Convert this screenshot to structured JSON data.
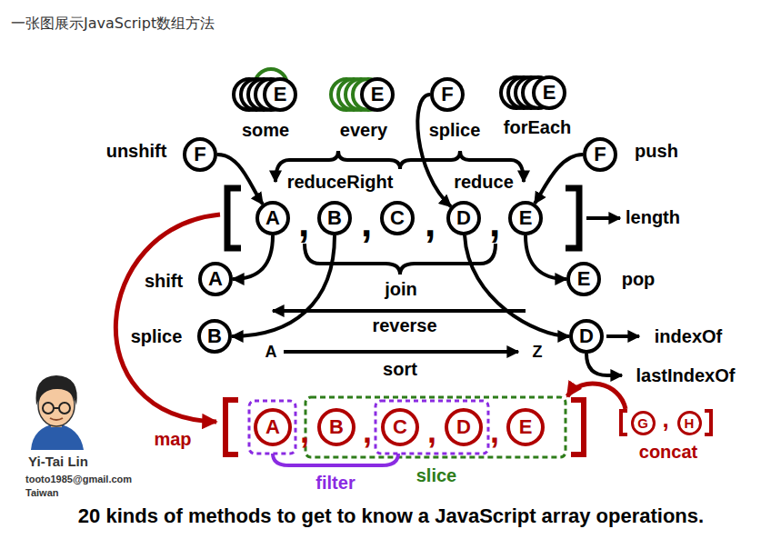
{
  "diagram": {
    "title": "一张图展示JavaScript数组方法",
    "caption": "20 kinds of methods to get to know a JavaScript array operations.",
    "nodes": [
      {
        "text": [
          "E"
        ]
      },
      {
        "text": [
          "E"
        ]
      },
      {
        "text": [
          "F"
        ]
      },
      {
        "text": [
          "E"
        ]
      },
      {
        "text": [
          "F"
        ]
      },
      {
        "text": [
          "F"
        ]
      },
      {
        "text": [
          "A"
        ]
      },
      {
        "text": [
          "B"
        ]
      },
      {
        "text": [
          "C"
        ]
      },
      {
        "text": [
          "D"
        ]
      },
      {
        "text": [
          "E"
        ]
      },
      {
        "text": [
          "A"
        ]
      },
      {
        "text": [
          "E"
        ]
      },
      {
        "text": [
          "B"
        ]
      },
      {
        "text": [
          "D"
        ]
      },
      {
        "text": [
          "A"
        ]
      },
      {
        "text": [
          "B"
        ]
      },
      {
        "text": [
          "C"
        ]
      },
      {
        "text": [
          "D"
        ]
      },
      {
        "text": [
          "E"
        ]
      },
      {
        "text": [
          "G"
        ]
      },
      {
        "text": [
          "H"
        ]
      }
    ],
    "edges": [
      {
        "from": 4,
        "to": 6,
        "arrow": "to"
      },
      {
        "from": 5,
        "to": 10,
        "arrow": "to"
      },
      {
        "from": 2,
        "to": 9,
        "arrow": "to"
      },
      {
        "from": 6,
        "to": 11,
        "arrow": "to"
      },
      {
        "from": 10,
        "to": 12,
        "arrow": "to"
      },
      {
        "from": 7,
        "to": 13,
        "arrow": "to"
      },
      {
        "from": 9,
        "to": 14,
        "arrow": "to"
      }
    ],
    "labels": [
      "some",
      "every",
      "splice",
      "forEach",
      "unshift",
      "push",
      "reduceRight",
      "reduce",
      "length",
      "shift",
      "pop",
      "join",
      "reverse",
      "splice",
      "A",
      "Z",
      "sort",
      "indexOf",
      "lastIndexOf",
      "map",
      "filter",
      "slice",
      "concat",
      "Yi-Tai Lin",
      "tooto1985@gmail.com",
      "Taiwan",
      ",",
      ",",
      ",",
      ",",
      ",",
      ",",
      ",",
      ",",
      ","
    ]
  }
}
